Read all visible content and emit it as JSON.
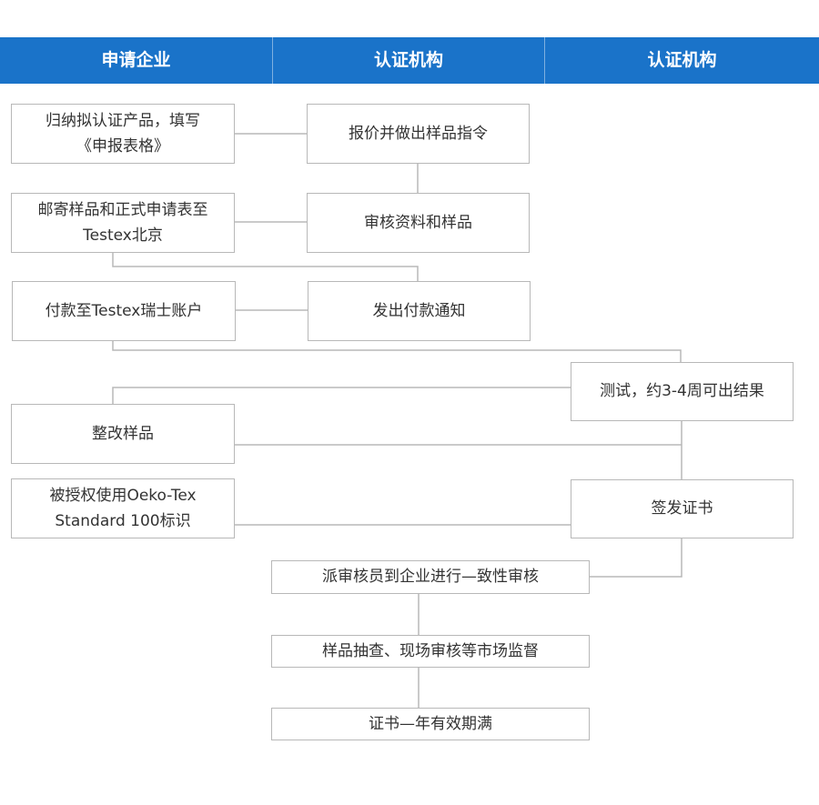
{
  "header": {
    "col1": "申请企业",
    "col2": "认证机构",
    "col3": "认证机构"
  },
  "colors": {
    "header_bg": "#1a73c9",
    "header_text": "#ffffff",
    "line": "#b8b8b8",
    "box_border": "#b8b8b8",
    "text": "#333333"
  },
  "steps": {
    "a1": "归纳拟认证产品，填写\n《申报表格》",
    "b1": "报价并做出样品指令",
    "a2": "邮寄样品和正式申请表至\nTestex北京",
    "b2": "审核资料和样品",
    "a3": "付款至Testex瑞士账户",
    "b3": "发出付款通知",
    "c1": "测试，约3-4周可出结果",
    "a4": "整改样品",
    "a5": "被授权使用Oeko-Tex\nStandard 100标识",
    "c2": "签发证书",
    "d1": "派审核员到企业进行—致性审核",
    "d2": "样品抽查、现场审核等市场监督",
    "d3": "证书—年有效期满"
  }
}
